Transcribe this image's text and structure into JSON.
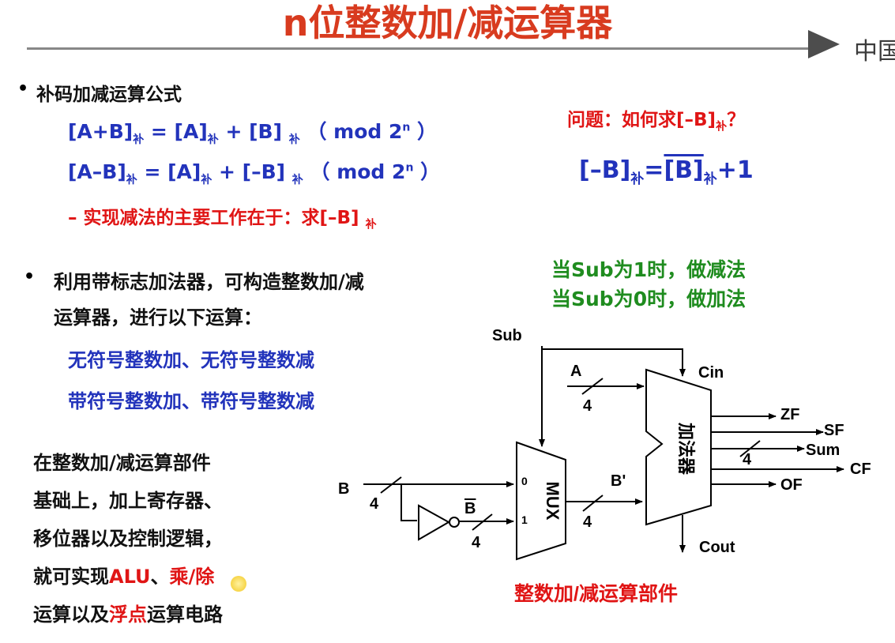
{
  "title": "n位整数加/减运算器",
  "logo_text": "中国",
  "section1": {
    "bullet": "•",
    "heading": "补码加减运算公式",
    "formula1": {
      "lhs": "[A+B]",
      "s1": "补",
      "eq": " = [A]",
      "s2": "补",
      "plus": " + [B] ",
      "s3": "补",
      "mod": " （ mod 2",
      "exp": "n",
      "close": " ）"
    },
    "formula2": {
      "lhs": "[A–B]",
      "s1": "补",
      "eq": " = [A]",
      "s2": "补",
      "plus": " + [–B] ",
      "s3": "补",
      "mod": " （ mod 2",
      "exp": "n",
      "close": " ）"
    },
    "note": {
      "text": "– 实现减法的主要工作在于：求[–B] ",
      "sub": "补"
    }
  },
  "question": {
    "text": "问题：如何求[–B]",
    "sub": "补",
    "q": "？"
  },
  "answer": {
    "lhs": "[–B]",
    "s1": "补",
    "eq": "=",
    "bbar": "[B]",
    "s2": "补",
    "plus": "+1"
  },
  "sub_notes": {
    "line1": "当Sub为1时，做减法",
    "line2": "当Sub为0时，做加法"
  },
  "section2": {
    "bullet": "•",
    "line1": "利用带标志加法器，可构造整数加/减",
    "line2": "运算器，进行以下运算：",
    "ops1": "无符号整数加、无符号整数减",
    "ops2": "带符号整数加、带符号整数减"
  },
  "paragraph": {
    "l1": "在整数加/减运算部件",
    "l2": "基础上，加上寄存器、",
    "l3": "移位器以及控制逻辑，",
    "l4a": "就可实现",
    "l4b": "ALU",
    "l4c": "、",
    "l4d": "乘/除",
    "l5a": "运算以及",
    "l5b": "浮点",
    "l5c": "运算电路"
  },
  "diagram": {
    "sub": "Sub",
    "a": "A",
    "a_bits": "4",
    "cin": "Cin",
    "adder": "加法器",
    "zf": "ZF",
    "sf": "SF",
    "sum": "Sum",
    "sum_bits": "4",
    "cf": "CF",
    "of": "OF",
    "cout": "Cout",
    "b": "B",
    "b_bits": "4",
    "bbar": "B",
    "bbar_bits": "4",
    "mux": "MUX",
    "mux_in0": "0",
    "mux_in1": "1",
    "bprime": "B'",
    "bprime_bits": "4",
    "caption": "整数加/减运算部件"
  }
}
